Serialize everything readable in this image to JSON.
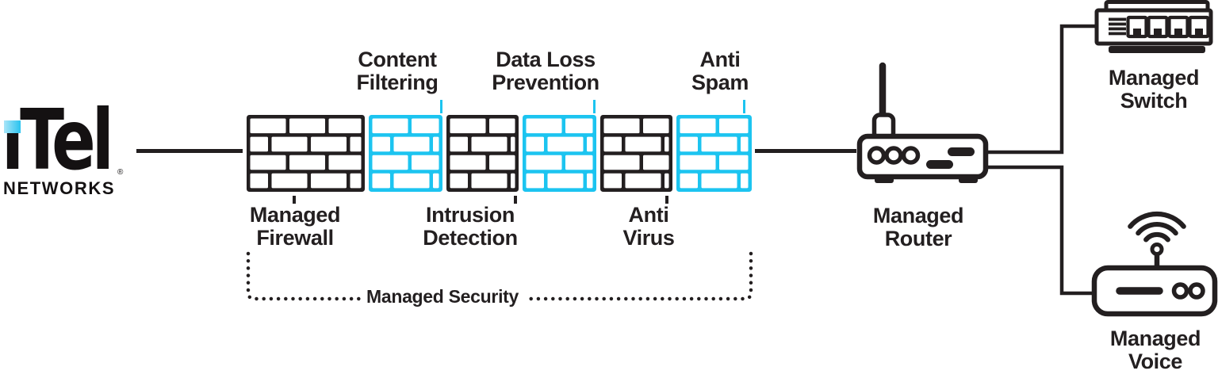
{
  "colors": {
    "ink": "#231f20",
    "cyan": "#1cc4f0",
    "logo_black": "#141112",
    "dot_gradient_light": "#a9e5f8",
    "dot_gradient_cyan": "#29c3ef",
    "white": "#ffffff"
  },
  "logo": {
    "brand": "iTel",
    "brand_display": "ıTel",
    "wordmark_suffix": "NETWORKS",
    "registered_mark": "®"
  },
  "firewall": {
    "segments": [
      {
        "id": "managed-firewall",
        "label": "Managed Firewall",
        "lines": [
          "Managed",
          "Firewall"
        ],
        "color": "ink",
        "label_position": "bottom"
      },
      {
        "id": "content-filtering",
        "label": "Content Filtering",
        "lines": [
          "Content",
          "Filtering"
        ],
        "color": "cyan",
        "label_position": "top"
      },
      {
        "id": "intrusion-detection",
        "label": "Intrusion Detection",
        "lines": [
          "Intrusion",
          "Detection"
        ],
        "color": "ink",
        "label_position": "bottom"
      },
      {
        "id": "data-loss-prevention",
        "label": "Data Loss Prevention",
        "lines": [
          "Data Loss",
          "Prevention"
        ],
        "color": "cyan",
        "label_position": "top"
      },
      {
        "id": "anti-virus",
        "label": "Anti Virus",
        "lines": [
          "Anti",
          "Virus"
        ],
        "color": "ink",
        "label_position": "bottom"
      },
      {
        "id": "anti-spam",
        "label": "Anti Spam",
        "lines": [
          "Anti",
          "Spam"
        ],
        "color": "cyan",
        "label_position": "top"
      }
    ]
  },
  "bracket": {
    "label": "Managed Security"
  },
  "devices": {
    "router": {
      "label": "Managed Router",
      "lines": [
        "Managed",
        "Router"
      ]
    },
    "switch": {
      "label": "Managed Switch",
      "lines": [
        "Managed",
        "Switch"
      ]
    },
    "voice": {
      "label": "Managed Voice",
      "lines": [
        "Managed",
        "Voice"
      ]
    }
  }
}
